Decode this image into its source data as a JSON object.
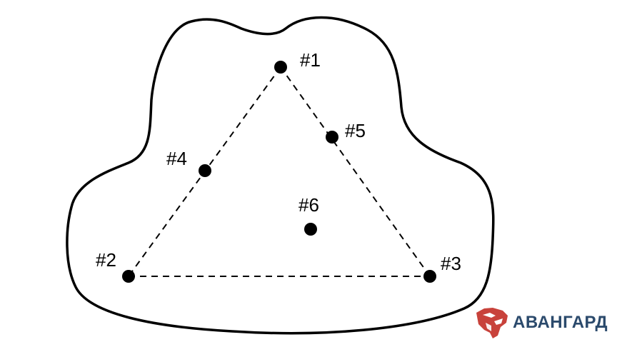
{
  "diagram": {
    "points": [
      {
        "id": "p1",
        "label": "#1"
      },
      {
        "id": "p2",
        "label": "#2"
      },
      {
        "id": "p3",
        "label": "#3"
      },
      {
        "id": "p4",
        "label": "#4"
      },
      {
        "id": "p5",
        "label": "#5"
      },
      {
        "id": "p6",
        "label": "#6"
      }
    ],
    "connections": [
      [
        "p1",
        "p2"
      ],
      [
        "p2",
        "p3"
      ],
      [
        "p3",
        "p1"
      ]
    ],
    "colors": {
      "outline": "#000000",
      "points": "#000000",
      "dashes": "#000000"
    }
  },
  "brand": {
    "name": "АВАНГАРД",
    "logo_icon": "panther-head-icon",
    "colors": {
      "logo": "#c8423b",
      "text": "#2b4a6c"
    }
  }
}
